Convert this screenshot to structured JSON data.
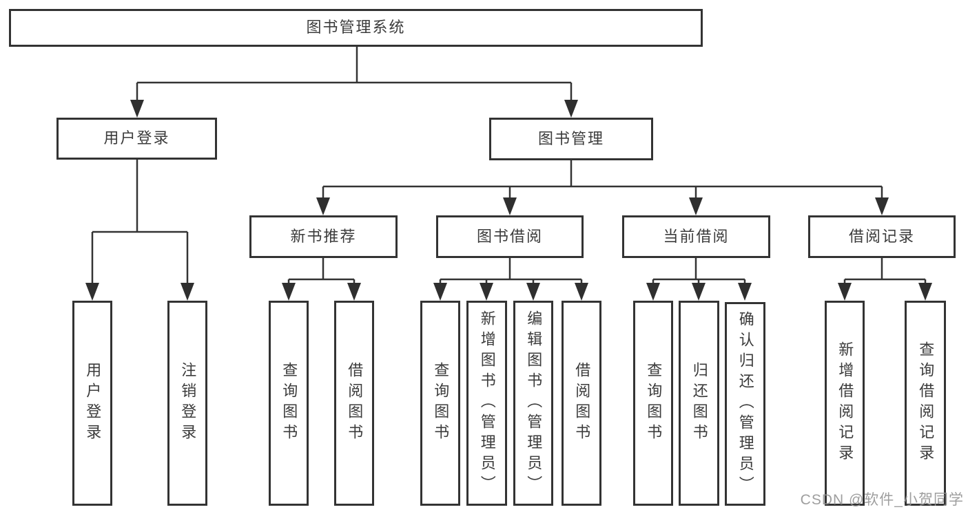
{
  "diagram": {
    "title": "图书管理系统",
    "tree": {
      "root": {
        "label": "图书管理系统"
      },
      "branches": [
        {
          "label": "用户登录",
          "children": [
            {
              "label": "用户登录"
            },
            {
              "label": "注销登录"
            }
          ]
        },
        {
          "label": "图书管理",
          "children": [
            {
              "label": "新书推荐",
              "children": [
                {
                  "label": "查询图书"
                },
                {
                  "label": "借阅图书"
                }
              ]
            },
            {
              "label": "图书借阅",
              "children": [
                {
                  "label": "查询图书"
                },
                {
                  "label": "新增图书（管理员）"
                },
                {
                  "label": "编辑图书（管理员）"
                },
                {
                  "label": "借阅图书"
                }
              ]
            },
            {
              "label": "当前借阅",
              "children": [
                {
                  "label": "查询图书"
                },
                {
                  "label": "归还图书"
                },
                {
                  "label": "确认归还（管理员）"
                }
              ]
            },
            {
              "label": "借阅记录",
              "children": [
                {
                  "label": "新增借阅记录"
                },
                {
                  "label": "查询借阅记录"
                }
              ]
            }
          ]
        }
      ]
    },
    "colors": {
      "line": "#333333",
      "text": "#3b3b3b",
      "box_background": "#ffffff",
      "watermark": "#949494"
    }
  },
  "watermark": "CSDN @软件_小贺同学"
}
